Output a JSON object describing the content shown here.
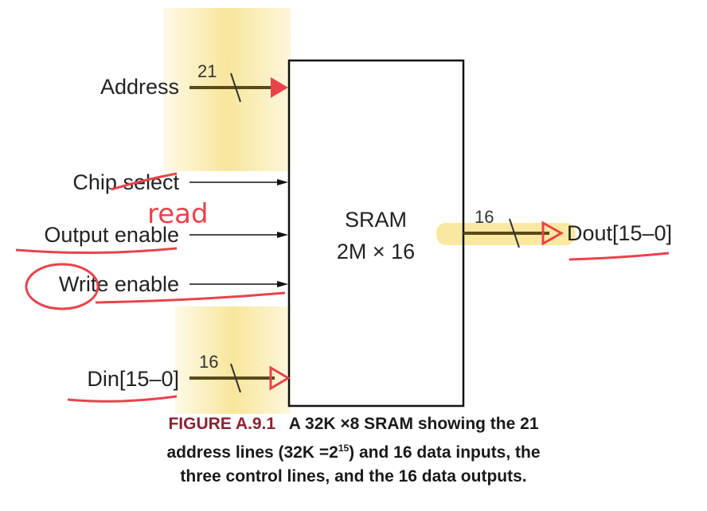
{
  "diagram": {
    "block": {
      "title": "SRAM",
      "size": "2M × 16"
    },
    "inputs": [
      {
        "label": "Address",
        "width": "21"
      },
      {
        "label": "Chip select"
      },
      {
        "label": "Output enable"
      },
      {
        "label": "Write enable"
      },
      {
        "label": "Din[15–0]",
        "width": "16"
      }
    ],
    "output": {
      "label": "Dout[15–0]",
      "width": "16"
    },
    "annotation": "read"
  },
  "caption": {
    "figure": "FIGURE A.9.1",
    "line1": "A 32K ×8 SRAM showing the 21",
    "line2_pre": "address lines (32K =2",
    "line2_sup": "15",
    "line2_post": ") and 16 data inputs, the",
    "line3": "three control lines, and the 16 data outputs."
  },
  "colors": {
    "highlight": "#f7e28a",
    "ink": "#e8434b",
    "bus": "#5a4a1a"
  }
}
